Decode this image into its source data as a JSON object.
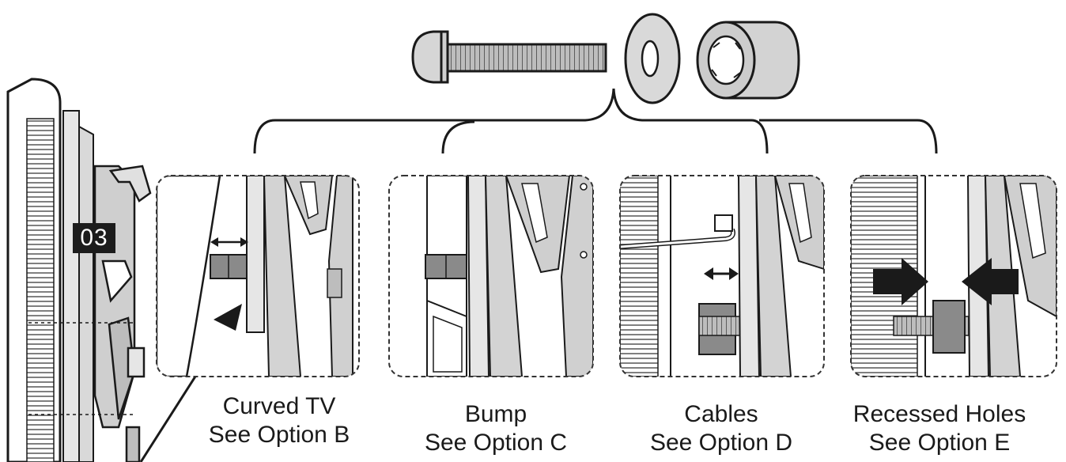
{
  "step": {
    "number": "03"
  },
  "hardware": [
    "bolt-icon",
    "washer-icon",
    "spacer-icon"
  ],
  "options": [
    {
      "title": "Curved TV",
      "reference": "See Option B"
    },
    {
      "title": "Bump",
      "reference": "See Option C"
    },
    {
      "title": "Cables",
      "reference": "See Option D"
    },
    {
      "title": "Recessed Holes",
      "reference": "See Option E"
    }
  ]
}
